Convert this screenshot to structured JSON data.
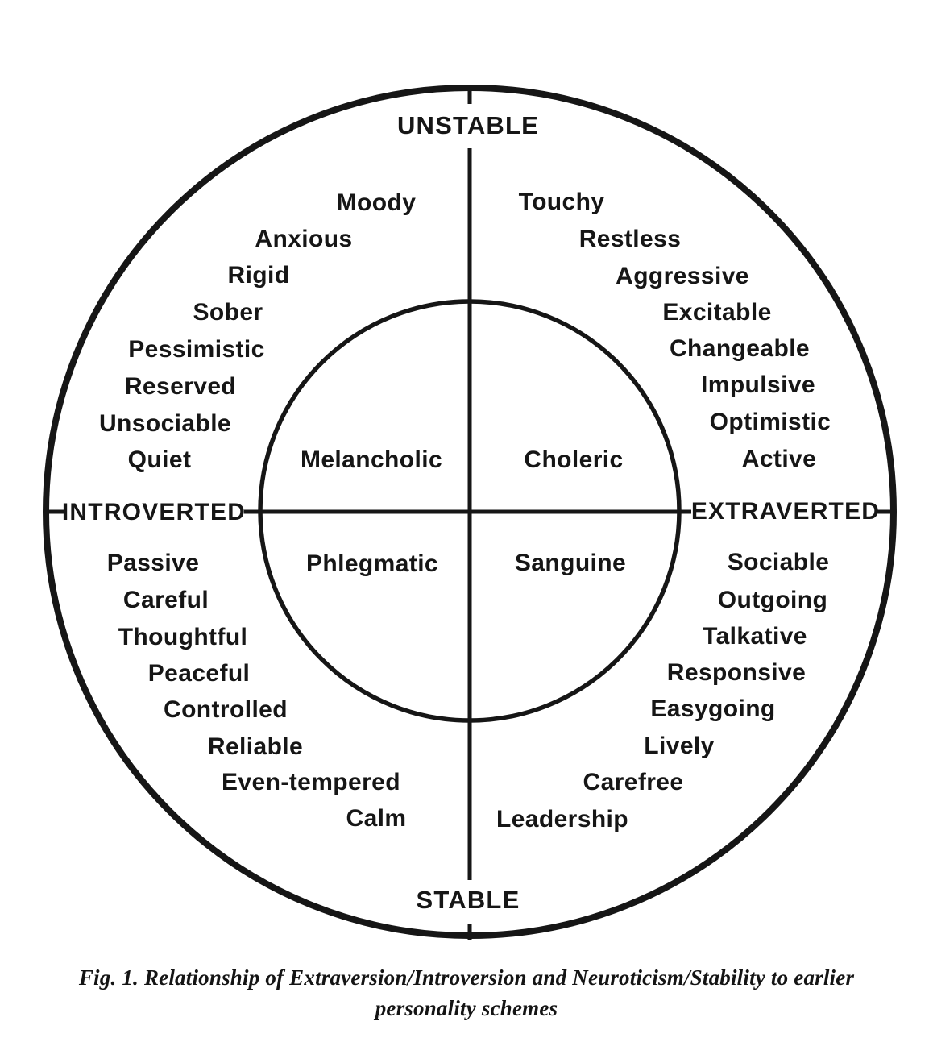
{
  "figure": {
    "axes": {
      "top": "UNSTABLE",
      "bottom": "STABLE",
      "left": "INTROVERTED",
      "right": "EXTRAVERTED"
    },
    "temperaments": {
      "melancholic": "Melancholic",
      "choleric": "Choleric",
      "phlegmatic": "Phlegmatic",
      "sanguine": "Sanguine"
    },
    "traits": {
      "unstable_introverted": [
        "Moody",
        "Anxious",
        "Rigid",
        "Sober",
        "Pessimistic",
        "Reserved",
        "Unsociable",
        "Quiet"
      ],
      "unstable_extraverted": [
        "Touchy",
        "Restless",
        "Aggressive",
        "Excitable",
        "Changeable",
        "Impulsive",
        "Optimistic",
        "Active"
      ],
      "stable_introverted": [
        "Passive",
        "Careful",
        "Thoughtful",
        "Peaceful",
        "Controlled",
        "Reliable",
        "Even-tempered",
        "Calm"
      ],
      "stable_extraverted": [
        "Sociable",
        "Outgoing",
        "Talkative",
        "Responsive",
        "Easygoing",
        "Lively",
        "Carefree",
        "Leadership"
      ]
    },
    "caption": {
      "line1": "Fig. 1. Relationship of Extraversion/Introversion and Neuroticism/Stability to earlier",
      "line2": "personality schemes"
    },
    "ink_color": "#161616"
  }
}
